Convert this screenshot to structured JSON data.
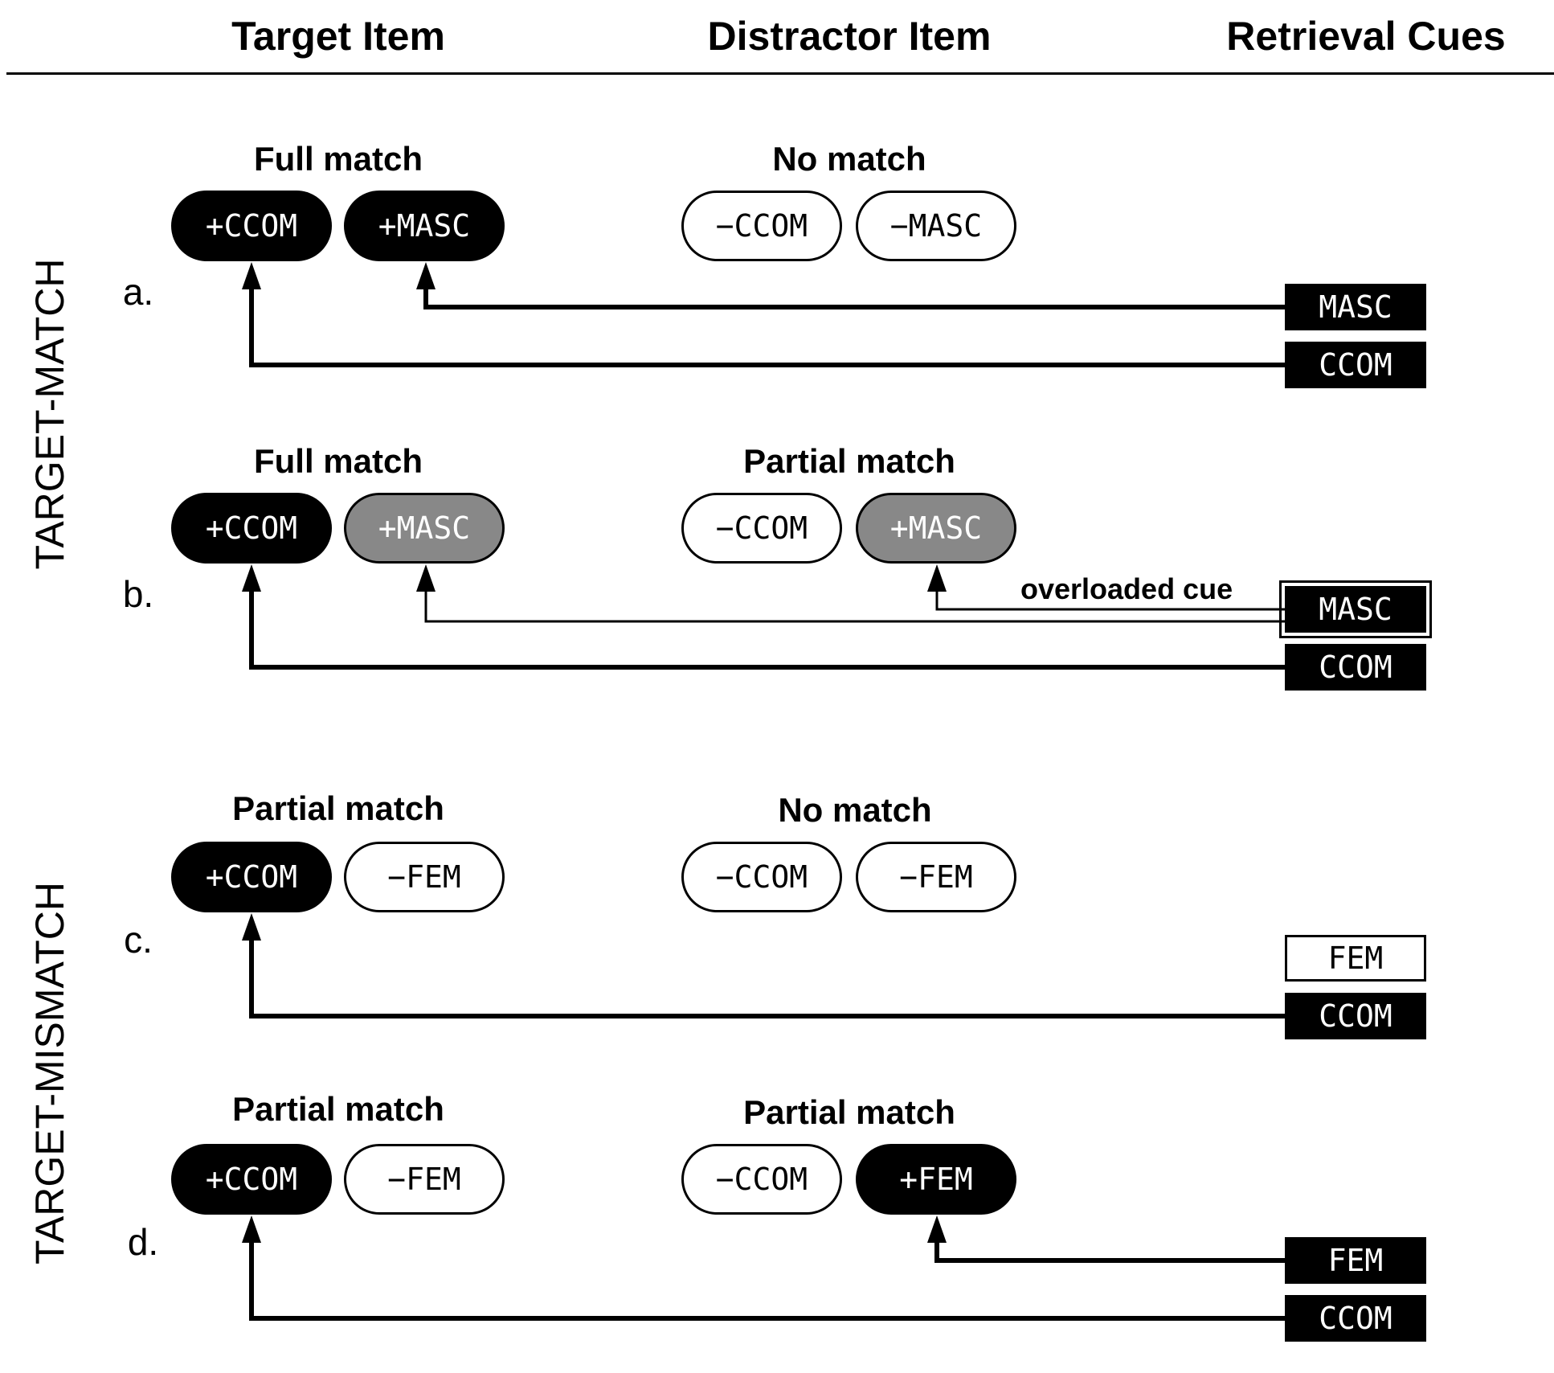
{
  "columns": {
    "target": "Target Item",
    "distractor": "Distractor Item",
    "cues": "Retrieval Cues"
  },
  "conditions": {
    "target_match": "TARGET-MATCH",
    "target_mismatch": "TARGET-MISMATCH"
  },
  "rows": [
    {
      "label": "a.",
      "target_match": "Full match",
      "distractor_match": "No match",
      "target_features": [
        {
          "text": "+CCOM",
          "fill": "black"
        },
        {
          "text": "+MASC",
          "fill": "black"
        }
      ],
      "distractor_features": [
        {
          "text": "−CCOM",
          "fill": "white"
        },
        {
          "text": "−MASC",
          "fill": "white"
        }
      ],
      "cues": [
        {
          "text": "MASC",
          "fill": "black"
        },
        {
          "text": "CCOM",
          "fill": "black"
        }
      ]
    },
    {
      "label": "b.",
      "target_match": "Full match",
      "distractor_match": "Partial match",
      "target_features": [
        {
          "text": "+CCOM",
          "fill": "black"
        },
        {
          "text": "+MASC",
          "fill": "gray"
        }
      ],
      "distractor_features": [
        {
          "text": "−CCOM",
          "fill": "white"
        },
        {
          "text": "+MASC",
          "fill": "gray"
        }
      ],
      "cues": [
        {
          "text": "MASC",
          "fill": "black"
        },
        {
          "text": "CCOM",
          "fill": "black"
        }
      ],
      "note": "overloaded cue"
    },
    {
      "label": "c.",
      "target_match": "Partial match",
      "distractor_match": "No match",
      "target_features": [
        {
          "text": "+CCOM",
          "fill": "black"
        },
        {
          "text": "−FEM",
          "fill": "white"
        }
      ],
      "distractor_features": [
        {
          "text": "−CCOM",
          "fill": "white"
        },
        {
          "text": "−FEM",
          "fill": "white"
        }
      ],
      "cues": [
        {
          "text": "FEM",
          "fill": "white"
        },
        {
          "text": "CCOM",
          "fill": "black"
        }
      ]
    },
    {
      "label": "d.",
      "target_match": "Partial match",
      "distractor_match": "Partial match",
      "target_features": [
        {
          "text": "+CCOM",
          "fill": "black"
        },
        {
          "text": "−FEM",
          "fill": "white"
        }
      ],
      "distractor_features": [
        {
          "text": "−CCOM",
          "fill": "white"
        },
        {
          "text": "+FEM",
          "fill": "black"
        }
      ],
      "cues": [
        {
          "text": "FEM",
          "fill": "black"
        },
        {
          "text": "CCOM",
          "fill": "black"
        }
      ]
    }
  ],
  "colors": {
    "ink": "#000000",
    "gray_feature": "#888888",
    "background": "#ffffff"
  }
}
